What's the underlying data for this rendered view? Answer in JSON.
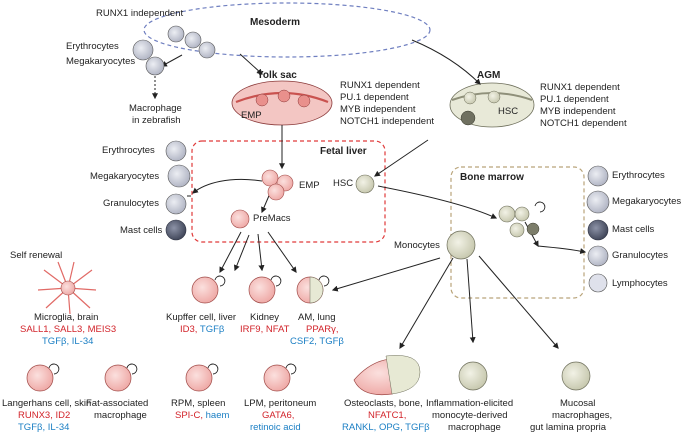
{
  "colors": {
    "red_marker": "#d2232a",
    "blue_marker": "#1b7fc4",
    "cell_pink": "#f5c9c6",
    "cell_gray": "#c9ccd6",
    "dashed_blue": "#6f7fc0",
    "dashed_red": "#e03a3a",
    "dashed_tan": "#b9a47a"
  },
  "regions": {
    "mesoderm": "Mesoderm",
    "runx1_independent": "RUNX1 independent",
    "yolk_sac": "Yolk sac",
    "agm": "AGM",
    "fetal_liver": "Fetal liver",
    "bone_marrow": "Bone marrow"
  },
  "yolk_sac_factors": [
    "RUNX1 dependent",
    "PU.1 dependent",
    "MYB independent",
    "NOTCH1 independent"
  ],
  "agm_factors": [
    "RUNX1 dependent",
    "PU.1 dependent",
    "MYB independent",
    "NOTCH1 dependent"
  ],
  "cells": {
    "emp": "EMP",
    "hsc": "HSC",
    "premacs": "PreMacs",
    "monocytes": "Monocytes",
    "self_renewal": "Self renewal"
  },
  "primitive_lineages": [
    "Erythrocytes",
    "Megakaryocytes"
  ],
  "zebrafish_note": [
    "Macrophage",
    "in zebrafish"
  ],
  "fetal_liver_lineages": [
    "Erythrocytes",
    "Megakaryocytes",
    "Granulocytes",
    "Mast cells"
  ],
  "bone_marrow_lineages": [
    "Erythrocytes",
    "Megakaryocytes",
    "Mast cells",
    "Granulocytes",
    "Lymphocytes"
  ],
  "macrophages": {
    "microglia": {
      "name": "Microglia, brain",
      "red": "SALL1, SALL3, MEIS3",
      "blue": "TGFβ, IL-34"
    },
    "kupffer": {
      "name": "Kupffer cell, liver",
      "red": "ID3,",
      "blue": "TGFβ"
    },
    "kidney": {
      "name": "Kidney",
      "red": "IRF9, NFAT"
    },
    "am": {
      "name": "AM, lung",
      "red": "PPARγ,",
      "blue": "CSF2, TGFβ"
    },
    "langerhans": {
      "name": "Langerhans cell, skin",
      "red": "RUNX3, ID2",
      "blue": "TGFβ, IL-34"
    },
    "fat": {
      "name1": "Fat-associated",
      "name2": "macrophage"
    },
    "rpm": {
      "name": "RPM, spleen",
      "red": "SPI-C,",
      "blue": "haem"
    },
    "lpm": {
      "name": "LPM, peritoneum",
      "red": "GATA6,",
      "blue": "retinoic acid"
    },
    "osteoclasts": {
      "name": "Osteoclasts, bone,",
      "red": "NFATC1,",
      "blue": "RANKL, OPG, TGFβ"
    },
    "inflammation": {
      "name1": "Inflammation-elicited",
      "name2": "monocyte-derived",
      "name3": "macrophage"
    },
    "mucosal": {
      "name1": "Mucosal",
      "name2": "macrophages,",
      "name3": "gut lamina propria"
    }
  }
}
